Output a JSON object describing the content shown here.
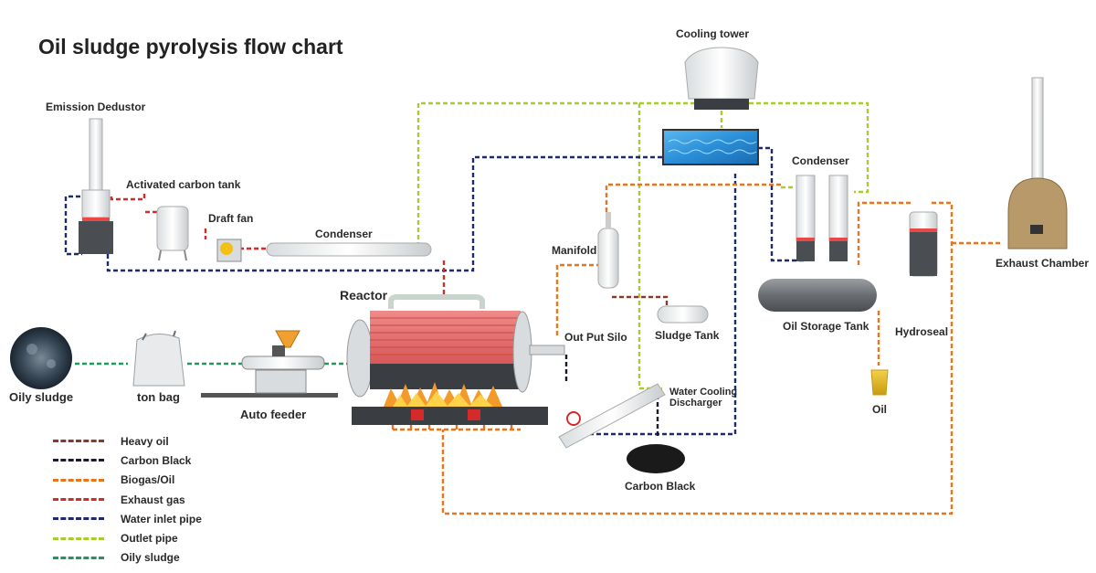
{
  "title": "Oil sludge pyrolysis flow chart",
  "colors": {
    "heavy_oil": "#8a3a2a",
    "carbon_black": "#1a1a2e",
    "biogas_oil": "#e8741e",
    "exhaust_gas": "#d42a2a",
    "water_inlet": "#1d2a6e",
    "outlet_pipe": "#a8cc2a",
    "oily_sludge": "#1e9a5e",
    "reactor_body": "#e86a6a",
    "tank_gray": "#707478",
    "water_blue": "#2a8fd8"
  },
  "labels": {
    "emission_dedustor": "Emission Dedustor",
    "activated_carbon_tank": "Activated carbon tank",
    "draft_fan": "Draft fan",
    "condenser_left": "Condenser",
    "reactor": "Reactor",
    "cooling_tower": "Cooling tower",
    "condenser_right": "Condenser",
    "manifold": "Manifold",
    "out_put_silo": "Out Put Silo",
    "sludge_tank": "Sludge Tank",
    "oil_storage_tank": "Oil Storage Tank",
    "hydroseal": "Hydroseal",
    "exhaust_chamber": "Exhaust Chamber",
    "water_cooling_discharger_1": "Water Cooling",
    "water_cooling_discharger_2": "Discharger",
    "carbon_black": "Carbon Black",
    "oil": "Oil",
    "oily_sludge": "Oily sludge",
    "ton_bag": "ton bag",
    "auto_feeder": "Auto feeder"
  },
  "legend": [
    {
      "label": "Heavy oil",
      "color": "#8a3a2a"
    },
    {
      "label": "Carbon Black",
      "color": "#1a1a2e"
    },
    {
      "label": "Biogas/Oil",
      "color": "#e8741e"
    },
    {
      "label": "Exhaust gas",
      "color": "#d42a2a"
    },
    {
      "label": "Water inlet pipe",
      "color": "#1d2a6e"
    },
    {
      "label": "Outlet pipe",
      "color": "#a8cc2a"
    },
    {
      "label": "Oily sludge",
      "color": "#1e9a5e"
    }
  ]
}
